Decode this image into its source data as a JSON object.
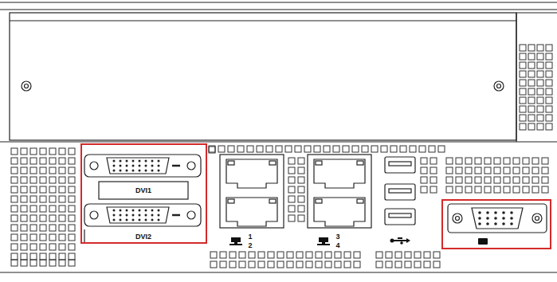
{
  "diagram": {
    "labels": [
      "DVI1",
      "DVI2",
      "1",
      "2",
      "3",
      "4"
    ]
  }
}
